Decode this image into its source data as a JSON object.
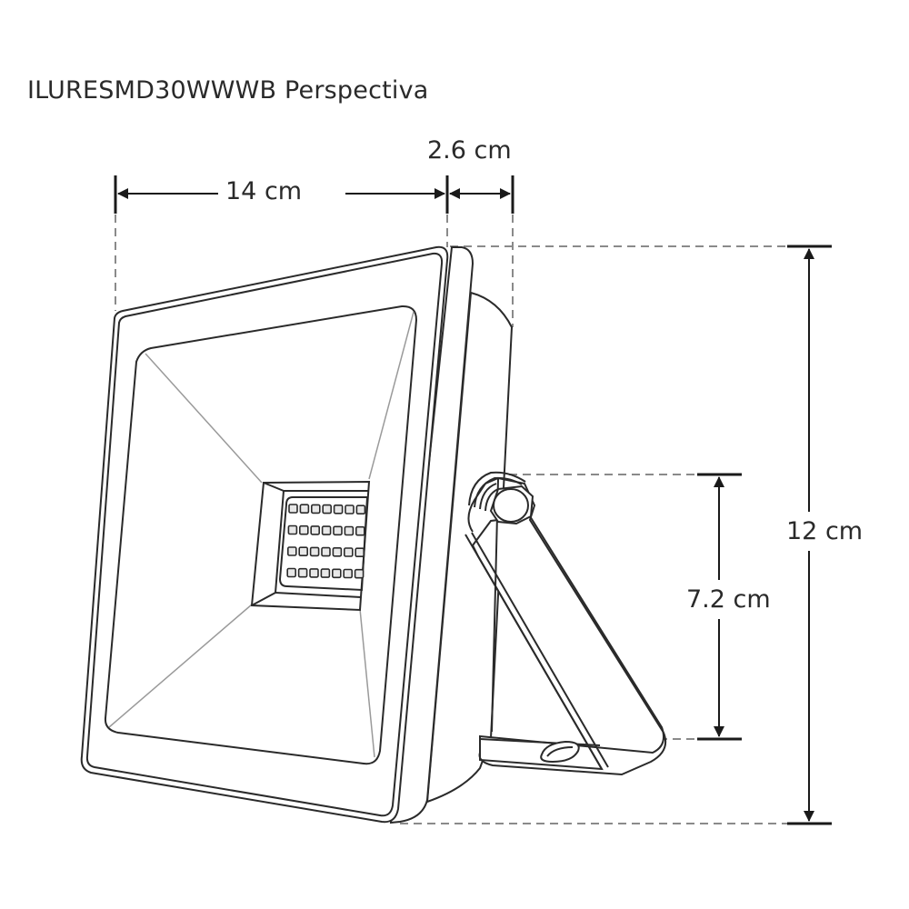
{
  "title": "ILURESMD30WWWB Perspectiva",
  "dimensions": {
    "width": {
      "label": "14 cm",
      "value": 14,
      "unit": "cm"
    },
    "depth": {
      "label": "2.6 cm",
      "value": 2.6,
      "unit": "cm"
    },
    "height": {
      "label": "12 cm",
      "value": 12,
      "unit": "cm"
    },
    "bracket_height": {
      "label": "7.2 cm",
      "value": 7.2,
      "unit": "cm"
    }
  },
  "product": {
    "type": "LED flood light with mounting bracket",
    "led_array": {
      "rows": 4,
      "columns": 7
    }
  },
  "colors": {
    "line": "#2a2a2a",
    "thin_line": "#9a9a9a",
    "dashed": "#8a8a8a",
    "background": "#ffffff"
  }
}
